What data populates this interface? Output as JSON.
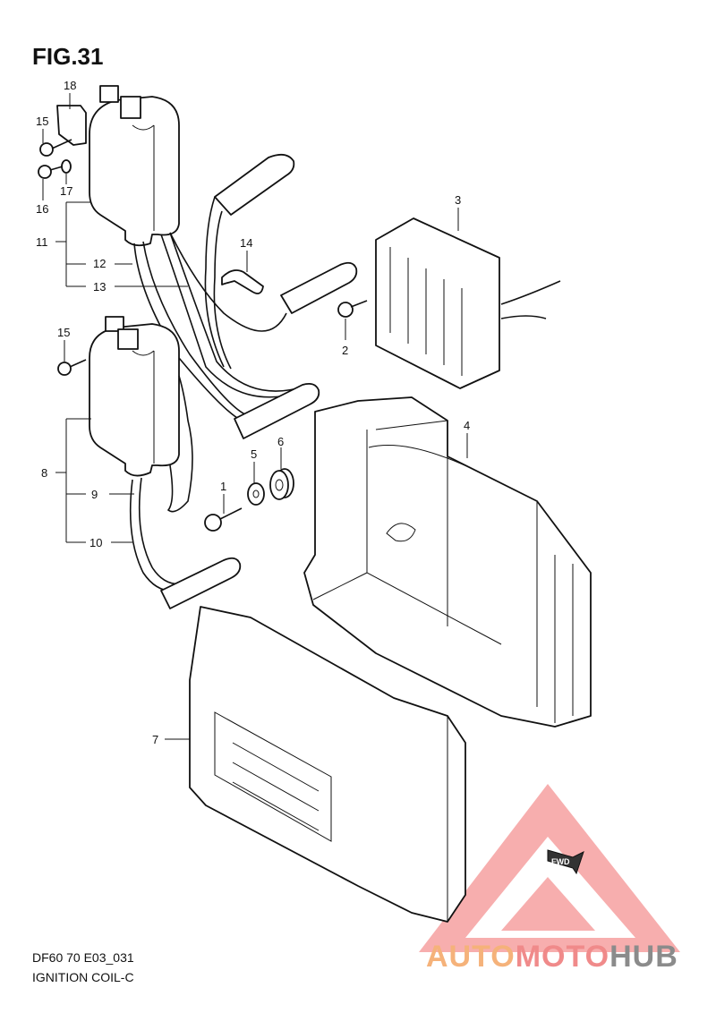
{
  "title": "FIG.31",
  "footer": {
    "model": "DF60 70 E03_031",
    "name": "IGNITION COIL-C"
  },
  "callouts": [
    "18",
    "15",
    "16",
    "17",
    "11",
    "12",
    "13",
    "14",
    "3",
    "2",
    "15",
    "8",
    "9",
    "10",
    "1",
    "5",
    "6",
    "4",
    "7"
  ],
  "fwd_label": "FWD",
  "watermark": {
    "part1": "AUTO",
    "part2": "MOTO",
    "part3": "HUB"
  },
  "colors": {
    "watermark_red": "#f08a8a",
    "watermark_orange": "#f5b27a",
    "watermark_gray": "#8b8b8b"
  }
}
